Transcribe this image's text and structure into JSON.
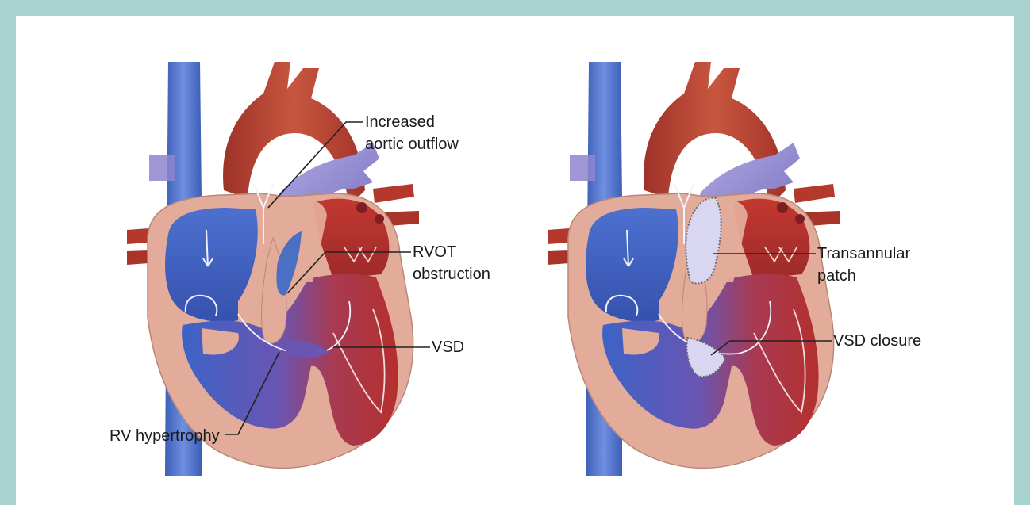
{
  "left_panel": {
    "labels": {
      "aortic_outflow_line1": "Increased",
      "aortic_outflow_line2": "aortic outflow",
      "rvot_line1": "RVOT",
      "rvot_line2": "obstruction",
      "vsd": "VSD",
      "rv_hypertrophy": "RV hypertrophy"
    }
  },
  "right_panel": {
    "labels": {
      "patch_line1": "Transannular",
      "patch_line2": "patch",
      "vsd_closure": "VSD closure"
    }
  },
  "colors": {
    "frame_border": "#a9d3cf",
    "vein_blue": "#4a6fc4",
    "artery_red": "#b4392c",
    "pulmonary_purple": "#8e85cf",
    "myocardium_pink": "#e3ab99",
    "patch_lavender": "#d9d6f2"
  }
}
